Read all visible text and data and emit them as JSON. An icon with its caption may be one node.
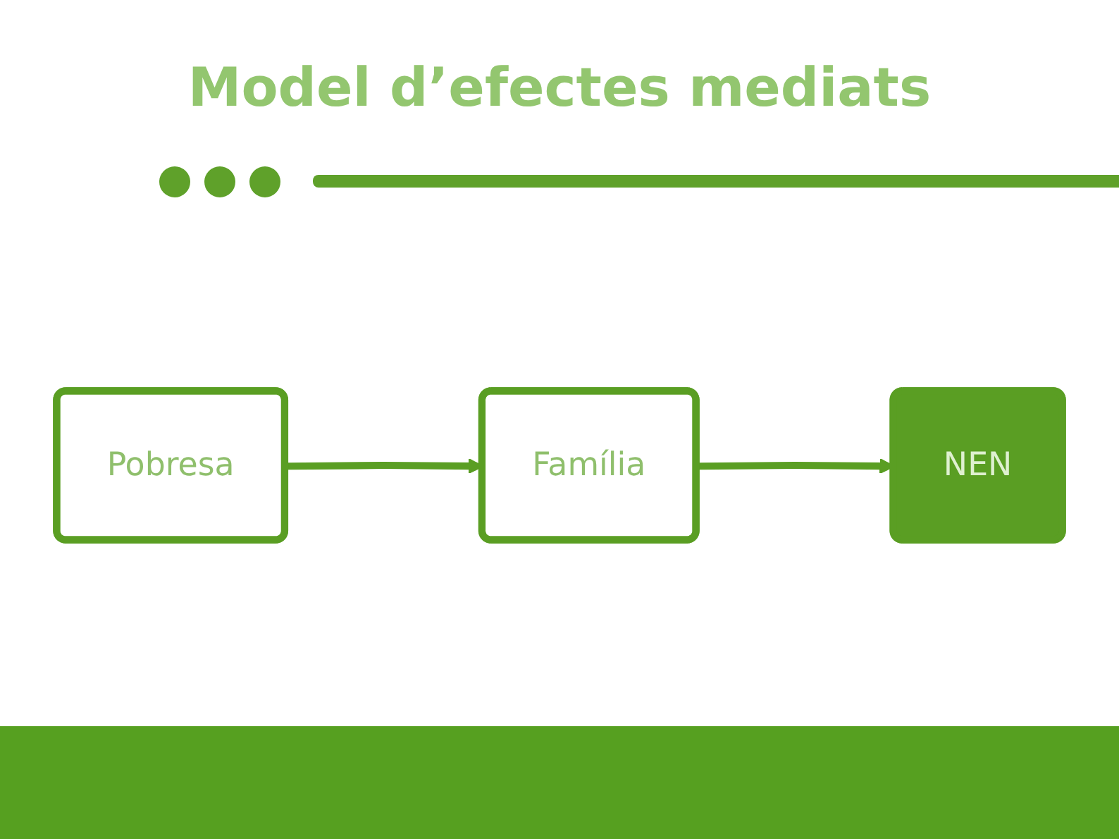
{
  "diagram": {
    "title": "Model d’efectes mediats",
    "nodes": [
      {
        "text": [
          "Família"
        ]
      },
      {
        "text": [
          "Pobresa"
        ]
      },
      {
        "text": [
          "NEN"
        ]
      }
    ],
    "edges": [
      {
        "from": 1,
        "to": 0,
        "arrow": "to"
      },
      {
        "from": 0,
        "to": 2,
        "arrow": "to"
      }
    ]
  }
}
